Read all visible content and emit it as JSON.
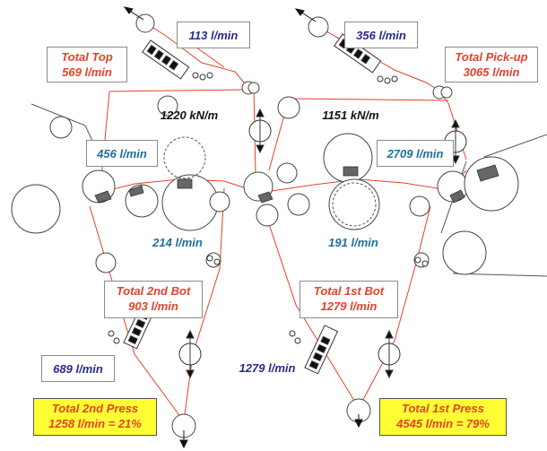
{
  "colors": {
    "felt_red": "#e8402a",
    "flow_blue": "#2b2b8c",
    "flow_teal": "#1f6fa0",
    "total_red": "#e8402a",
    "load_black": "#111111",
    "highlight_yellow": "#ffff33",
    "pad_gray": "#666666"
  },
  "labels": {
    "top_flow": "113 l/min",
    "total_top_1": "Total Top",
    "total_top_2": "569 l/min",
    "top_right_flow": "356 l/min",
    "total_pickup_1": "Total Pick-up",
    "total_pickup_2": "3065 l/min",
    "load_left": "1220 kN/m",
    "load_right": "1151 kN/m",
    "left_mid_flow": "456 l/min",
    "right_mid_flow": "2709 l/min",
    "left_lower_flow": "214 l/min",
    "right_lower_flow": "191 l/min",
    "total_2nd_bot_1": "Total 2nd Bot",
    "total_2nd_bot_2": "903 l/min",
    "total_1st_bot_1": "Total 1st Bot",
    "total_1st_bot_2": "1279 l/min",
    "bottom_left_flow": "689 l/min",
    "bottom_mid_flow": "1279 l/min",
    "total_2nd_press_1": "Total 2nd Press",
    "total_2nd_press_2": "1258 l/min = 21%",
    "total_1st_press_1": "Total 1st Press",
    "total_1st_press_2": "4545 l/min = 79%"
  }
}
